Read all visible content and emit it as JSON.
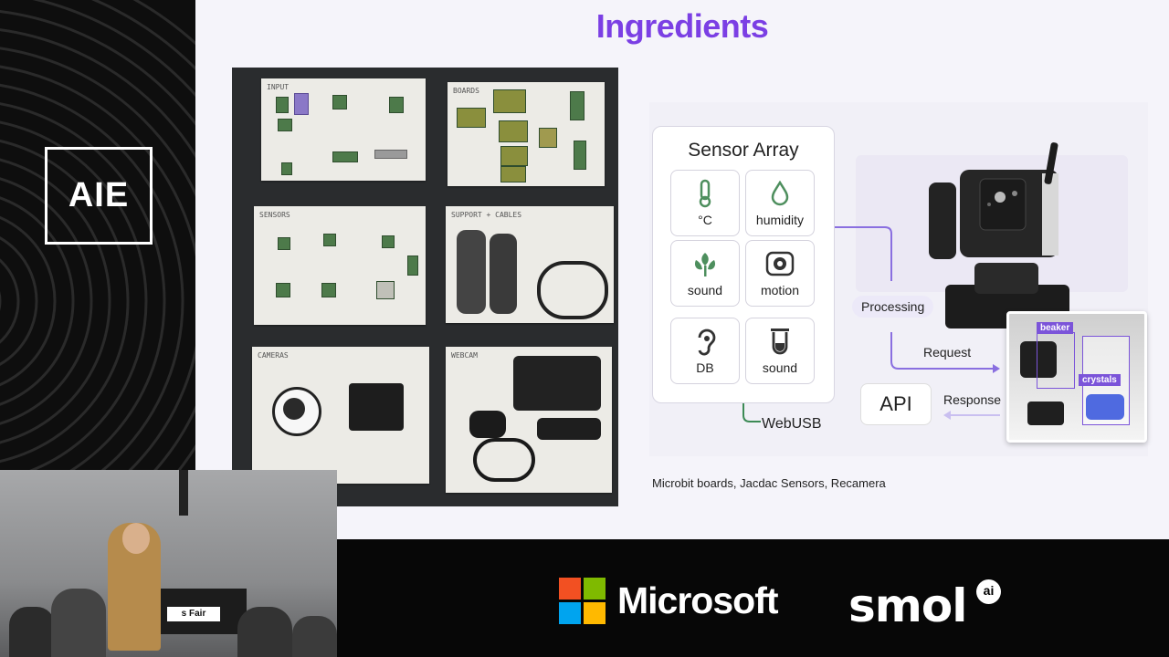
{
  "brand": {
    "logo_text": "AIE"
  },
  "slide": {
    "title": "Ingredients",
    "caption": "Microbit boards, Jacdac Sensors, Recamera",
    "photo_cards": [
      {
        "label": "input"
      },
      {
        "label": "Boards"
      },
      {
        "label": "sensors"
      },
      {
        "label": "support + cables"
      },
      {
        "label": "cameras"
      },
      {
        "label": "webcam"
      }
    ]
  },
  "diagram": {
    "sensor_array_title": "Sensor Array",
    "tiles": [
      {
        "label": "°C",
        "icon": "thermometer-icon"
      },
      {
        "label": "humidity",
        "icon": "droplet-icon"
      },
      {
        "label": "sound",
        "icon": "sound-wave-icon"
      },
      {
        "label": "motion",
        "icon": "motion-sensor-icon"
      },
      {
        "label": "DB",
        "icon": "ear-icon"
      },
      {
        "label": "sound",
        "icon": "test-tube-icon"
      }
    ],
    "processing": "Processing",
    "request": "Request",
    "response": "Response",
    "api": "API",
    "webusb": "WebUSB",
    "detections": {
      "beaker": "beaker",
      "crystals": "crystals"
    }
  },
  "sponsors": {
    "microsoft": "Microsoft",
    "smol": "smol",
    "smol_ai": "ai"
  },
  "webcam": {
    "banner": "s Fair"
  },
  "colors": {
    "accent": "#7b3fe4",
    "line": "#8a6fe0",
    "tile_icon": "#4e8f5e"
  }
}
